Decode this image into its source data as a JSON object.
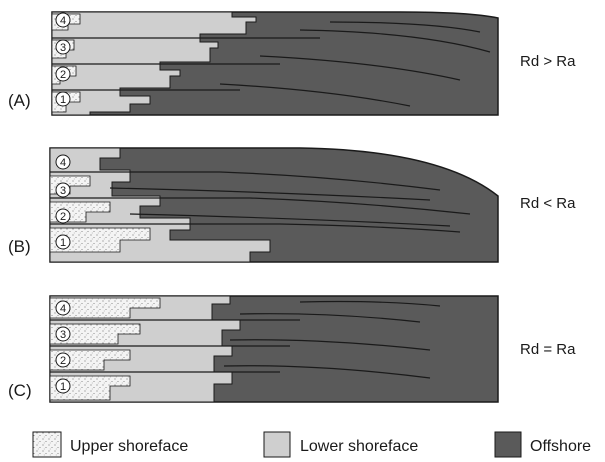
{
  "colors": {
    "upper_shoreface": "#f2f2f2",
    "lower_shoreface": "#cfcfcf",
    "offshore": "#5a5a5a",
    "outline": "#1a1a1a"
  },
  "panels": [
    {
      "label": "(A)",
      "relation": "Rd > Ra",
      "units": [
        "4",
        "3",
        "2",
        "1"
      ]
    },
    {
      "label": "(B)",
      "relation": "Rd < Ra",
      "units": [
        "4",
        "3",
        "2",
        "1"
      ]
    },
    {
      "label": "(C)",
      "relation": "Rd = Ra",
      "units": [
        "4",
        "3",
        "2",
        "1"
      ]
    }
  ],
  "legend": [
    {
      "label": "Upper shoreface",
      "icon": "stippled-box"
    },
    {
      "label": "Lower shoreface",
      "icon": "light-grey-box"
    },
    {
      "label": "Offshore",
      "icon": "dark-grey-box"
    }
  ]
}
